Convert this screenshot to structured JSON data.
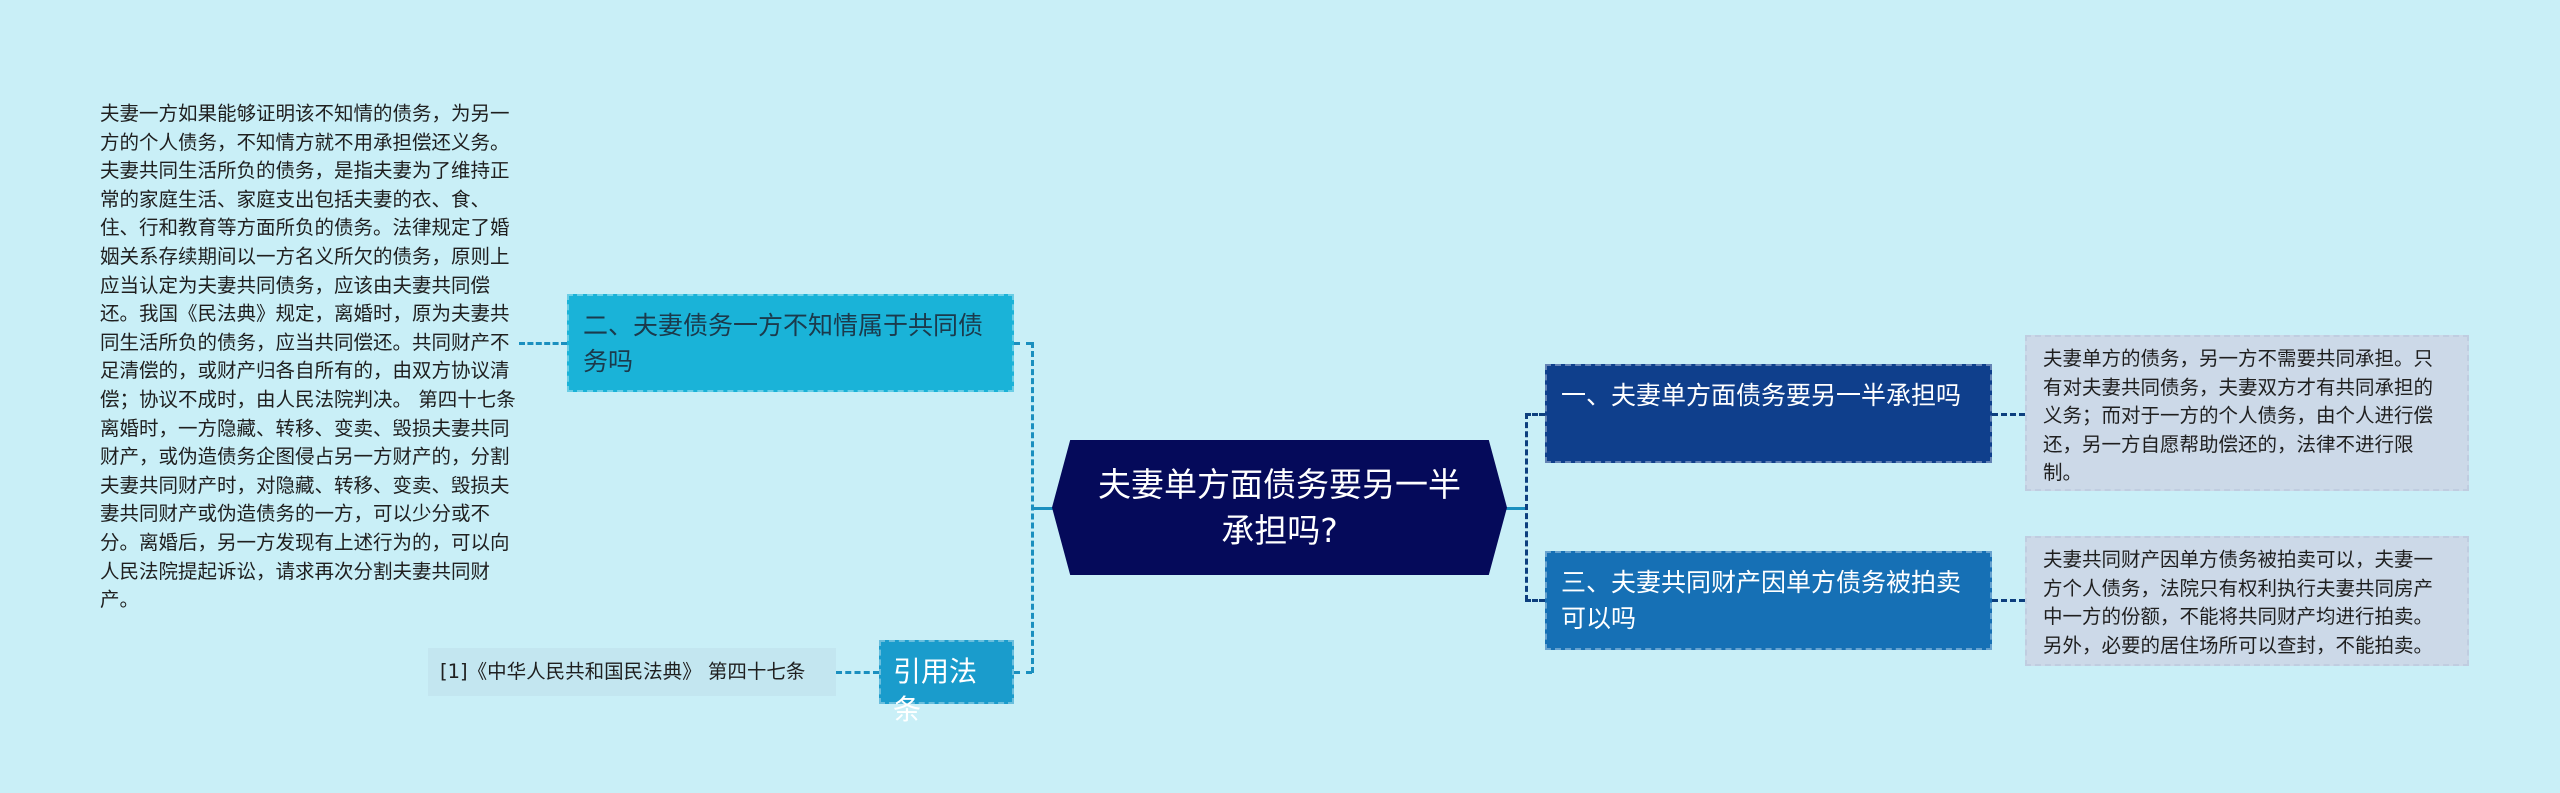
{
  "center": {
    "title": "夫妻单方面债务要另一半承担吗?"
  },
  "left": {
    "topic2": {
      "label": "二、夫妻债务一方不知情属于共同债务吗",
      "detail": "夫妻一方如果能够证明该不知情的债务，为另一方的个人债务，不知情方就不用承担偿还义务。夫妻共同生活所负的债务，是指夫妻为了维持正常的家庭生活、家庭支出包括夫妻的衣、食、住、行和教育等方面所负的债务。法律规定了婚姻关系存续期间以一方名义所欠的债务，原则上应当认定为夫妻共同债务，应该由夫妻共同偿还。我国《民法典》规定，离婚时，原为夫妻共同生活所负的债务，应当共同偿还。共同财产不足清偿的，或财产归各自所有的，由双方协议清偿；协议不成时，由人民法院判决。 第四十七条 离婚时，一方隐藏、转移、变卖、毁损夫妻共同财产，或伪造债务企图侵占另一方财产的，分割夫妻共同财产时，对隐藏、转移、变卖、毁损夫妻共同财产或伪造债务的一方，可以少分或不分。离婚后，另一方发现有上述行为的，可以向人民法院提起诉讼，请求再次分割夫妻共同财产。"
    },
    "citation": {
      "label": "引用法条",
      "detail": "[1]《中华人民共和国民法典》 第四十七条"
    }
  },
  "right": {
    "topic1": {
      "label": "一、夫妻单方面债务要另一半承担吗",
      "detail": "夫妻单方的债务，另一方不需要共同承担。只有对夫妻共同债务，夫妻双方才有共同承担的义务；而对于一方的个人债务，由个人进行偿还，另一方自愿帮助偿还的，法律不进行限制。"
    },
    "topic3": {
      "label": "三、夫妻共同财产因单方债务被拍卖可以吗",
      "detail": "夫妻共同财产因单方债务被拍卖可以，夫妻一方个人债务，法院只有权利执行夫妻共同房产中一方的份额，不能将共同财产均进行拍卖。另外，必要的居住场所可以查封，不能拍卖。"
    }
  },
  "colors": {
    "background": "#c9eff7",
    "center": "#050a5a",
    "topic1": "#0f3f8c",
    "topic2": "#1ab3d8",
    "topic3": "#1670b5",
    "citation": "#1a9ccc"
  }
}
